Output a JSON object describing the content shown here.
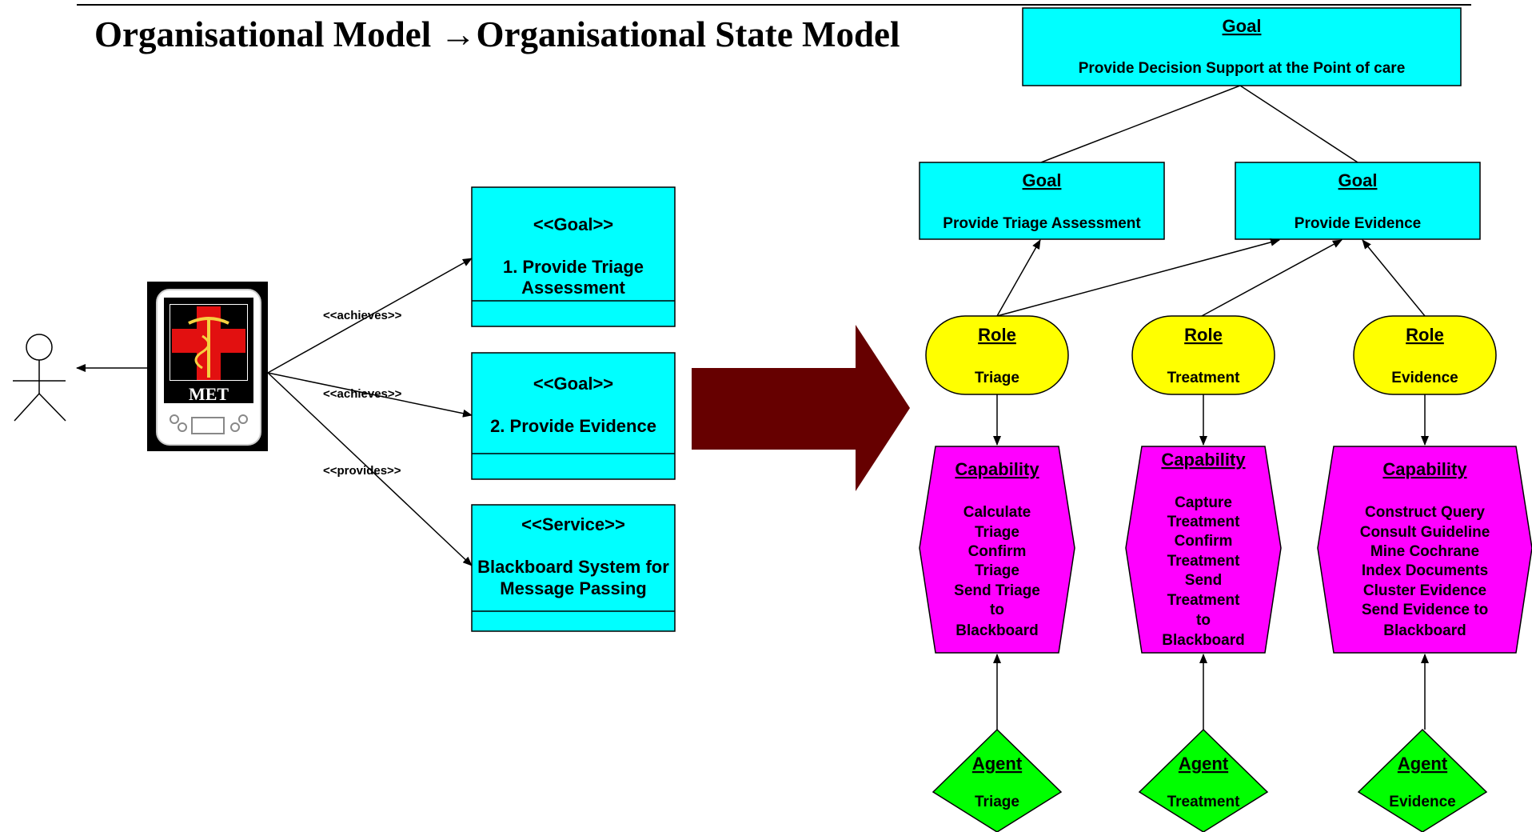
{
  "title": "Organisational Model →Organisational State Model",
  "colors": {
    "goal": "#00ffff",
    "role": "#ffff00",
    "capability": "#ff00ff",
    "agent": "#00ff00",
    "arrow": "#660000"
  },
  "device": {
    "label": "MET",
    "icon": "medical-pda-icon"
  },
  "uml_links": [
    {
      "label": "<<achieves>>"
    },
    {
      "label": "<<achieves>>"
    },
    {
      "label": "<<provides>>"
    }
  ],
  "uml_classes": [
    {
      "stereotype": "<<Goal>>",
      "lines": [
        "1. Provide Triage",
        "Assessment"
      ]
    },
    {
      "stereotype": "<<Goal>>",
      "lines": [
        "2. Provide Evidence"
      ]
    },
    {
      "stereotype": "<<Service>>",
      "lines": [
        "Blackboard System for",
        "Message Passing"
      ]
    }
  ],
  "top_goal": {
    "heading": "Goal",
    "text": "Provide Decision Support at the Point of care"
  },
  "sub_goals": [
    {
      "heading": "Goal",
      "text": "Provide Triage Assessment"
    },
    {
      "heading": "Goal",
      "text": "Provide Evidence"
    }
  ],
  "roles": [
    {
      "heading": "Role",
      "text": "Triage"
    },
    {
      "heading": "Role",
      "text": "Treatment"
    },
    {
      "heading": "Role",
      "text": "Evidence"
    }
  ],
  "capabilities": [
    {
      "heading": "Capability",
      "lines": [
        "Calculate",
        "Triage",
        "Confirm",
        "Triage",
        "Send Triage",
        "to",
        "Blackboard"
      ]
    },
    {
      "heading": "Capability",
      "lines": [
        "Capture",
        "Treatment",
        "Confirm",
        "Treatment",
        "Send",
        "Treatment",
        "to",
        "Blackboard"
      ]
    },
    {
      "heading": "Capability",
      "lines": [
        "Construct Query",
        "Consult Guideline",
        "Mine Cochrane",
        "Index Documents",
        "Cluster Evidence",
        "Send Evidence to",
        "Blackboard"
      ]
    }
  ],
  "agents": [
    {
      "heading": "Agent",
      "text": "Triage"
    },
    {
      "heading": "Agent",
      "text": "Treatment"
    },
    {
      "heading": "Agent",
      "text": "Evidence"
    }
  ]
}
